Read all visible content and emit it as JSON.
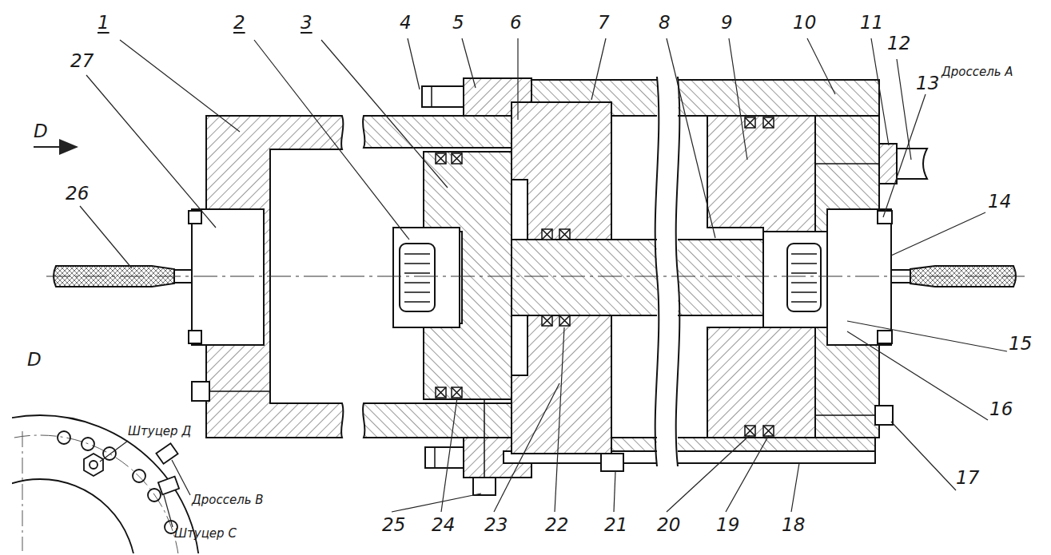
{
  "diagram": {
    "labels": [
      "1",
      "2",
      "3",
      "4",
      "5",
      "6",
      "7",
      "8",
      "9",
      "10",
      "11",
      "12",
      "13",
      "14",
      "15",
      "16",
      "17",
      "18",
      "19",
      "20",
      "21",
      "22",
      "23",
      "24",
      "25",
      "26",
      "27",
      "D",
      "D",
      "Штуцер Д",
      "Дроссель В",
      "Штуцер С",
      "Дроссель А"
    ]
  }
}
